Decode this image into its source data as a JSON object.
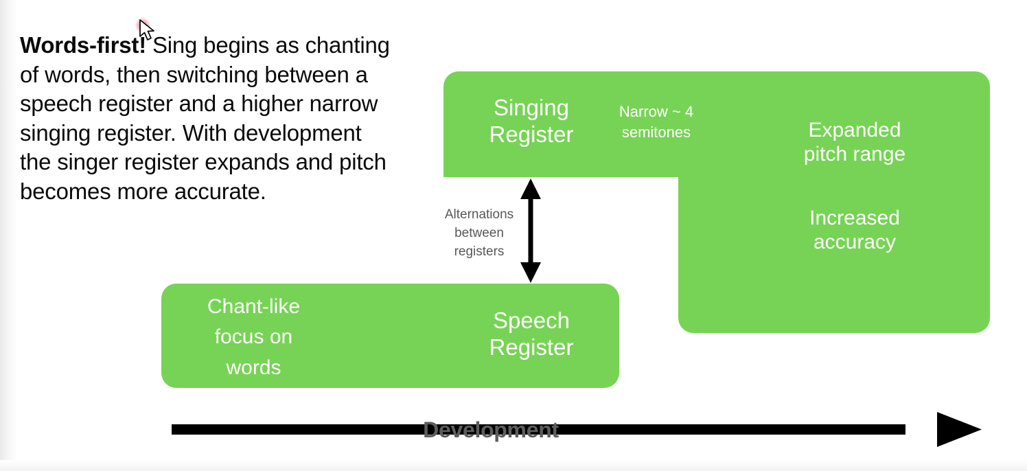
{
  "slide": {
    "description": {
      "lead": "Words-first!",
      "body": " Sing begins as chanting of words, then switching between a speech register and a higher narrow singing register. With development the singer register expands and pitch becomes more accurate."
    },
    "diagram": {
      "accent_color": "#77d355",
      "text_color": "#ffffff",
      "caption_color": "#58585a",
      "axis_color": "#000000",
      "axis_label_color": "#5e5e5e",
      "boxes": [
        {
          "id": "singing-register",
          "label": "Singing\nRegister",
          "line1": "Singing",
          "line2": "Register",
          "note_line1": "Narrow ~ 4",
          "note_line2": "semitones"
        },
        {
          "id": "outcomes",
          "item1_line1": "Expanded",
          "item1_line2": "pitch range",
          "item2_line1": "Increased",
          "item2_line2": "accuracy"
        },
        {
          "id": "speech-register",
          "left_line1": "Chant-like",
          "left_line2": "focus on",
          "left_line3": "words",
          "line1": "Speech",
          "line2": "Register"
        }
      ],
      "alternation": {
        "line1": "Alternations",
        "line2": "between",
        "line3": "registers",
        "arrow": "double-headed-vertical-arrow"
      },
      "axis": {
        "label": "Development",
        "arrow": "right-arrow"
      }
    },
    "cursor": {
      "icon": "mouse-pointer",
      "highlight_color": "#e24660"
    }
  }
}
